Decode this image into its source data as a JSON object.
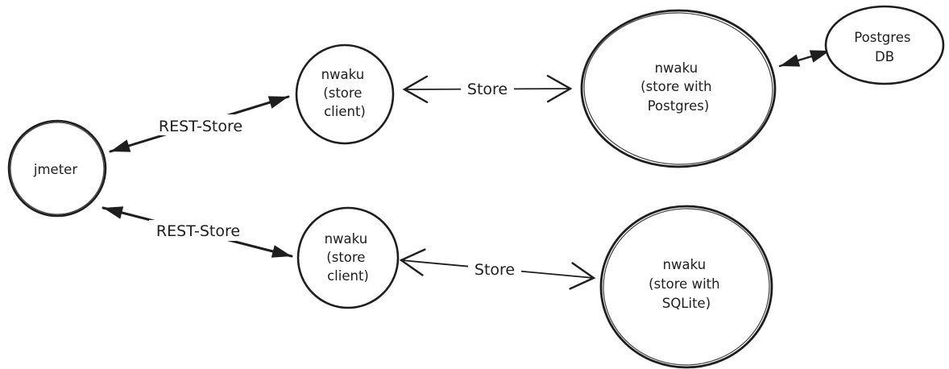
{
  "colors": {
    "stroke": "#1e1e1e",
    "background": "#ffffff"
  },
  "nodes": {
    "jmeter": {
      "lines": [
        "jmeter"
      ]
    },
    "store_client_top": {
      "lines": [
        "nwaku",
        "(store",
        "client)"
      ]
    },
    "store_client_bottom": {
      "lines": [
        "nwaku",
        "(store",
        "client)"
      ]
    },
    "store_postgres": {
      "lines": [
        "nwaku",
        "(store with",
        "Postgres)"
      ]
    },
    "store_sqlite": {
      "lines": [
        "nwaku",
        "(store with",
        "SQLite)"
      ]
    },
    "postgres_db": {
      "lines": [
        "Postgres",
        "DB"
      ]
    }
  },
  "edges": {
    "rest_store_top": {
      "label": "REST-Store"
    },
    "rest_store_bottom": {
      "label": "REST-Store"
    },
    "store_top": {
      "label": "Store"
    },
    "store_bottom": {
      "label": "Store"
    },
    "postgres_db_link": {
      "label": ""
    }
  }
}
